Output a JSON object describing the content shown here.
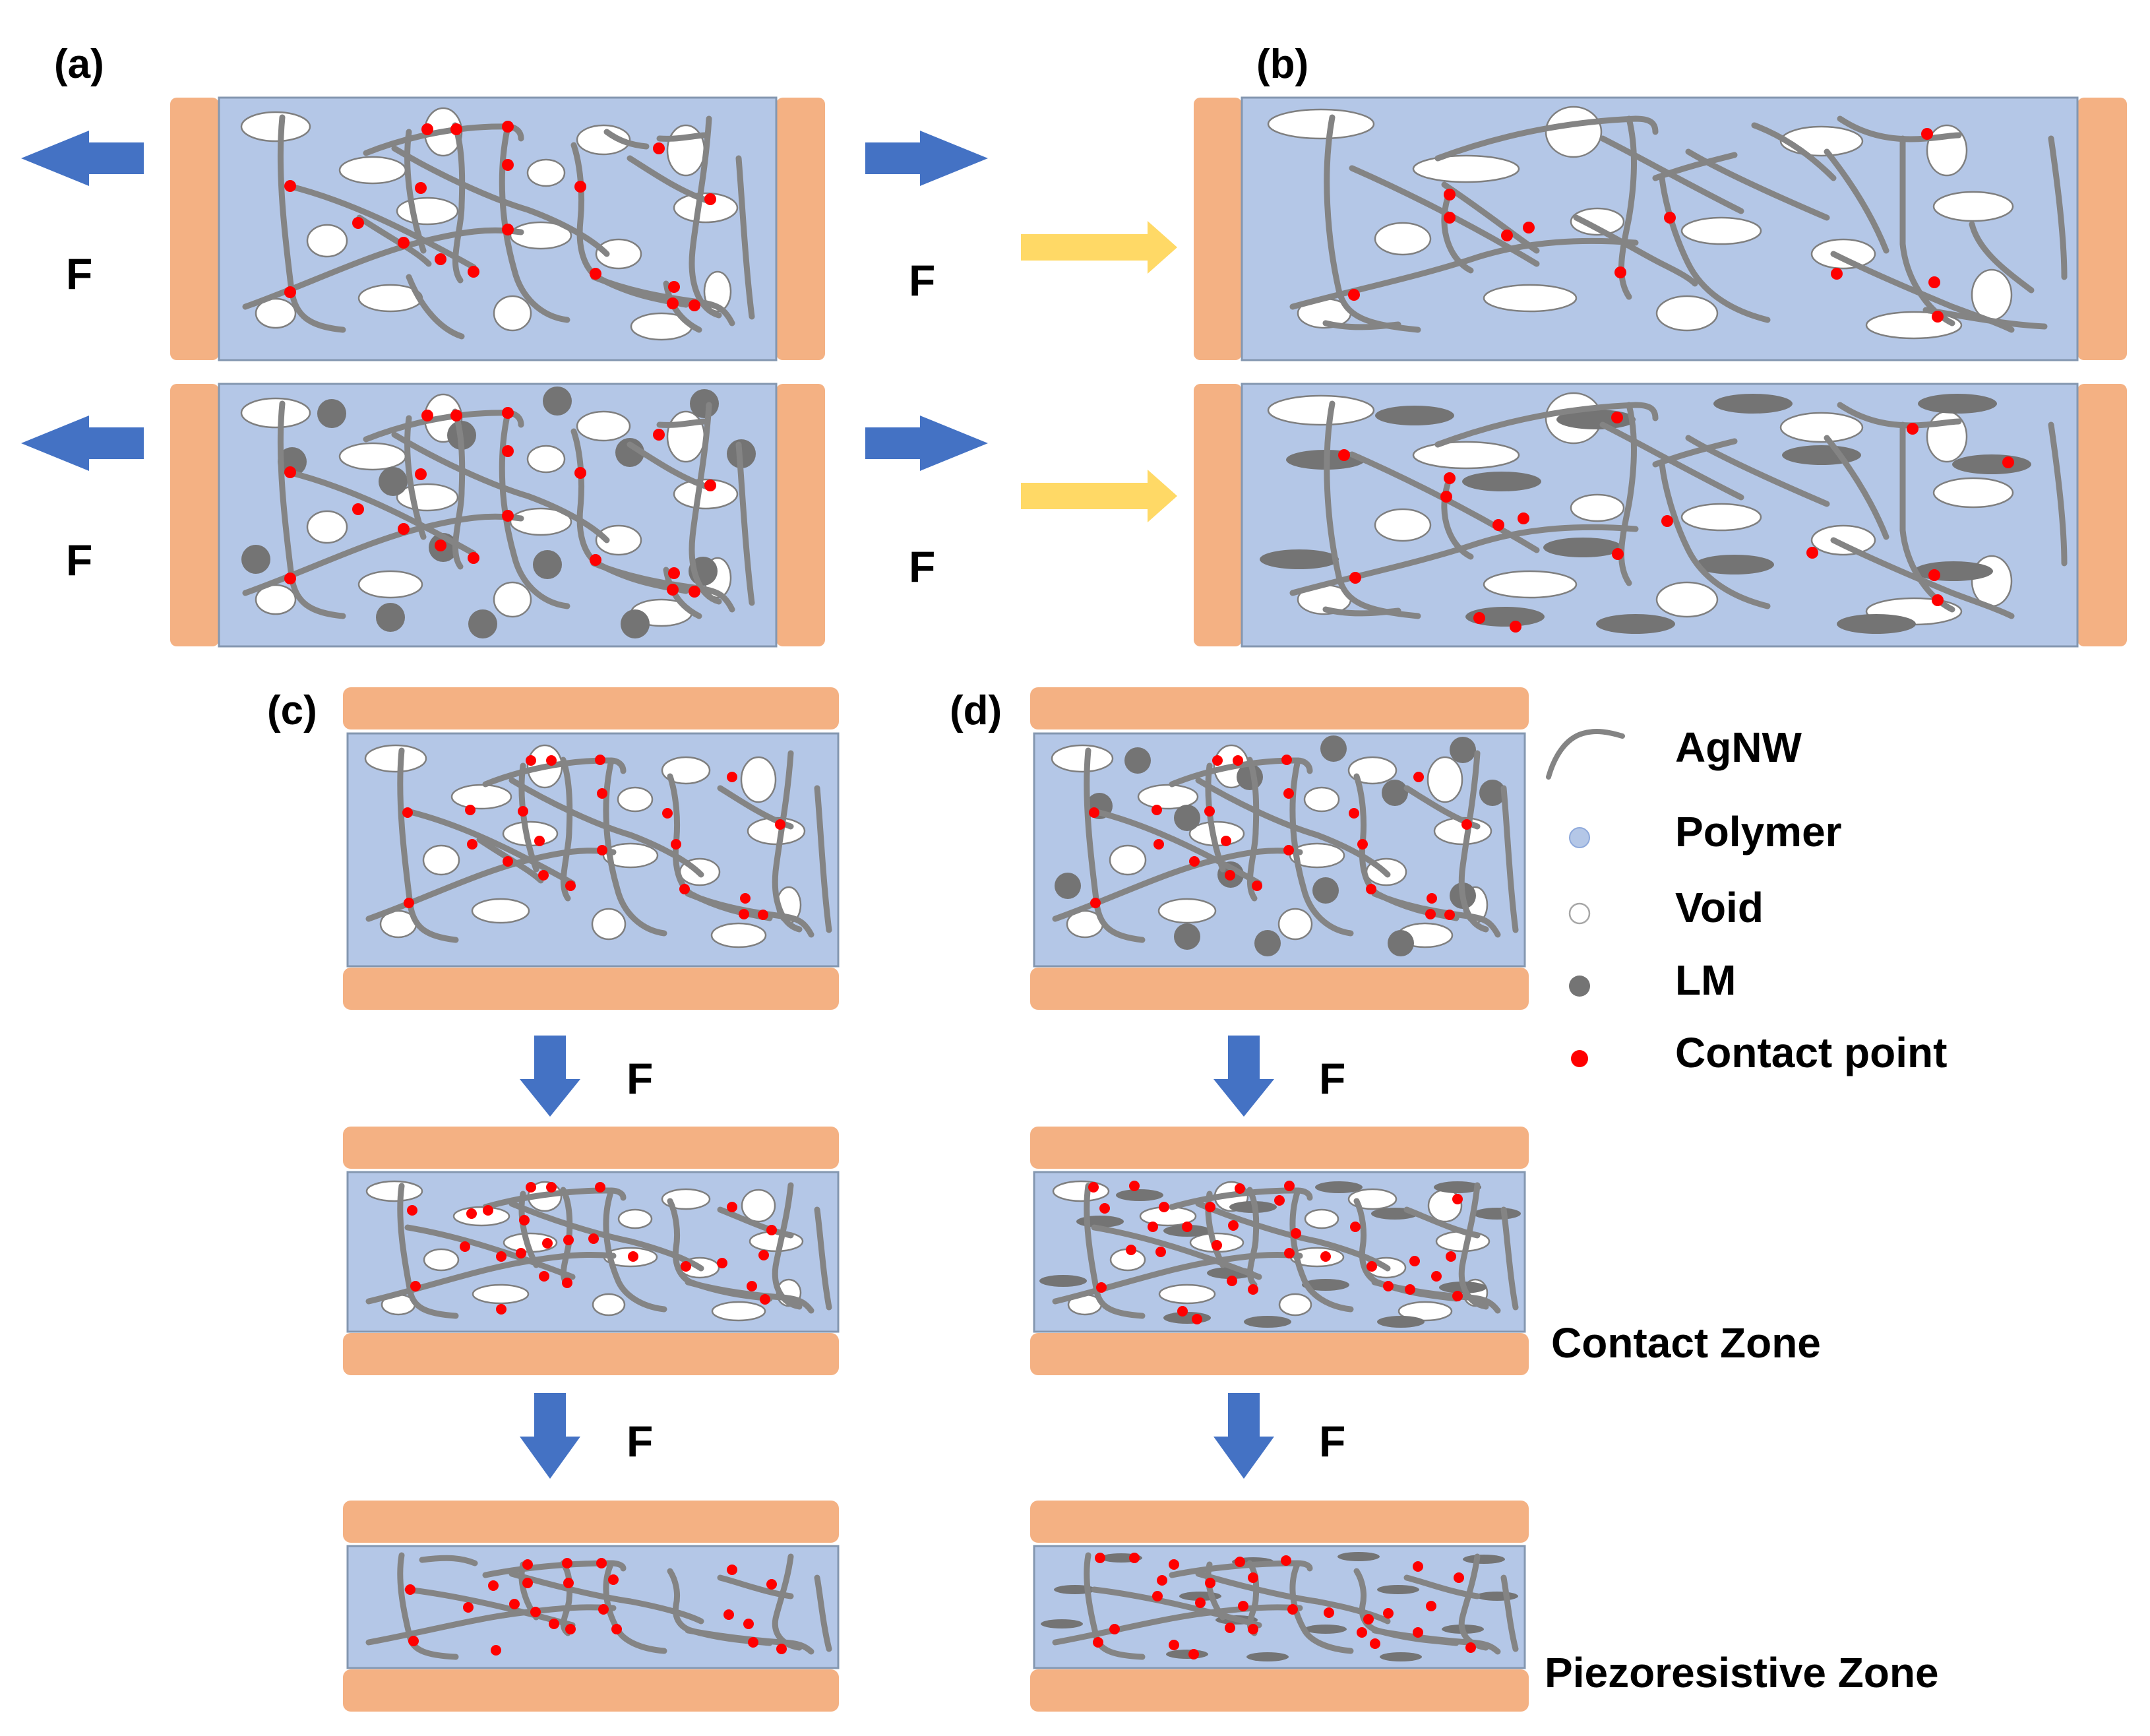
{
  "panels": {
    "a": "(a)",
    "b": "(b)",
    "c": "(c)",
    "d": "(d)"
  },
  "force_label": "F",
  "legend": [
    {
      "key": "agnw",
      "label": "AgNW",
      "color": "#848484"
    },
    {
      "key": "polymer",
      "label": "Polymer",
      "color": "#b4c7e7"
    },
    {
      "key": "void",
      "label": "Void",
      "color": "#ffffff"
    },
    {
      "key": "lm",
      "label": "LM",
      "color": "#747474"
    },
    {
      "key": "contact",
      "label": "Contact point",
      "color": "#ff0000"
    }
  ],
  "zones": {
    "contact": "Contact Zone",
    "piezo": "Piezoresistive Zone"
  },
  "colors": {
    "electrode": "#f4b183",
    "polymer": "#b4c7e7",
    "frame": "#8497b0",
    "wire": "#848484",
    "void": "#ffffff",
    "lm": "#747474",
    "contact": "#ff0000",
    "force_arrow": "#4472c4",
    "transition_arrow": "#ffd966"
  }
}
